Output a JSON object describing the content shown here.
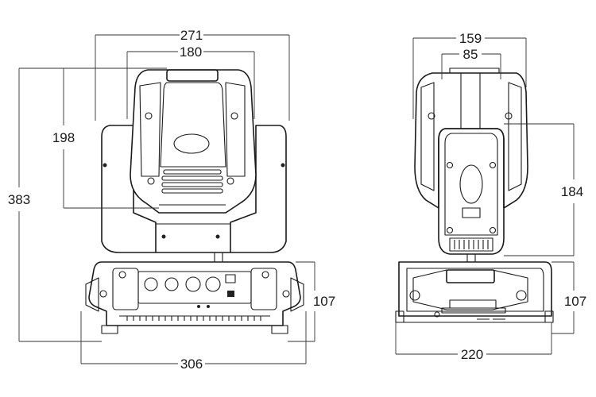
{
  "dimensions": {
    "front": {
      "overall_width": "271",
      "head_width": "180",
      "head_height": "198",
      "total_height": "383",
      "base_height": "107",
      "base_width": "306"
    },
    "side": {
      "overall_depth": "159",
      "head_depth": "85",
      "yoke_height": "184",
      "base_height": "107",
      "base_depth": "220"
    }
  },
  "colors": {
    "line": "#1a1a1a",
    "background": "#ffffff"
  }
}
